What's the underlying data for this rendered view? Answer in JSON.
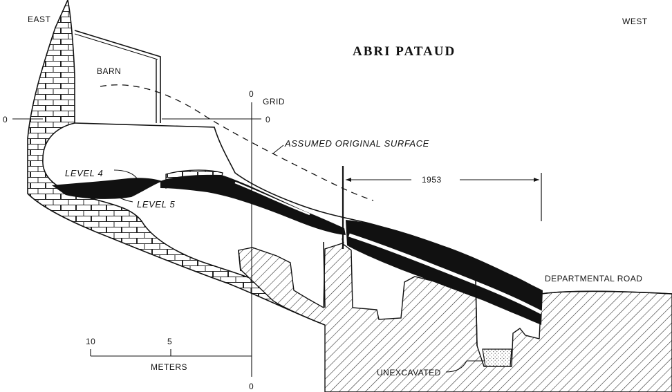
{
  "title": "ABRI PATAUD",
  "orientation": {
    "left": "EAST",
    "right": "WEST"
  },
  "labels": {
    "barn": "BARN",
    "grid": "GRID",
    "grid_zero_top": "0",
    "grid_zero_right": "0",
    "grid_zero_bottom": "0",
    "left_zero": "0",
    "assumed_surface": "ASSUMED ORIGINAL SURFACE",
    "level4": "LEVEL 4",
    "level5": "LEVEL 5",
    "excavation_year": "1953",
    "road": "DEPARTMENTAL ROAD",
    "unexcavated": "UNEXCAVATED"
  },
  "scale": {
    "tick_10": "10",
    "tick_5": "5",
    "unit": "METERS"
  },
  "colors": {
    "ink": "#111111",
    "paper": "#ffffff",
    "stipple": "#777777"
  }
}
